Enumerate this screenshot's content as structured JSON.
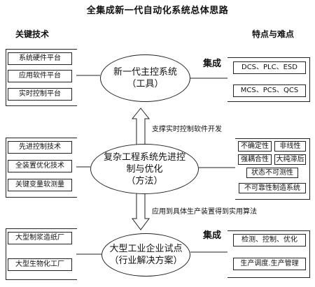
{
  "title": "全集成新一代自动化系统总体思路",
  "headers": {
    "left": "关键技术",
    "right": "特点与难点"
  },
  "left_groups": [
    [
      "系统硬件平台",
      "应用软件平台",
      "实时控制平台"
    ],
    [
      "先进控制技术",
      "全装置优化技术",
      "关键变量软测量"
    ],
    [
      "大型制浆造纸厂",
      "大型生物化工厂"
    ]
  ],
  "center": [
    {
      "line1": "新一代主控系统",
      "line2": "（工具）"
    },
    {
      "line1": "复杂工程系统先进控",
      "line2": "制与优化",
      "line3": "（方法）"
    },
    {
      "line1": "大型工业企业试点",
      "line2": "（行业解决方案）"
    }
  ],
  "right_top": [
    "DCS、PLC、ESD",
    "MCS、PCS、QCS"
  ],
  "right_mid": {
    "row1": [
      "不确定性",
      "非线性"
    ],
    "row2": [
      "强耦合性",
      "大纯滞后"
    ],
    "row3": "状态不可测性",
    "row4": "不可靠性制造系统"
  },
  "right_bottom": [
    "检测、控制、优化",
    "生产调度.生产管理"
  ],
  "integration_label": "集成",
  "arrows": {
    "up": "支撑实时控制软件开发",
    "down": "应用到具体生产装置得到实用算法"
  }
}
